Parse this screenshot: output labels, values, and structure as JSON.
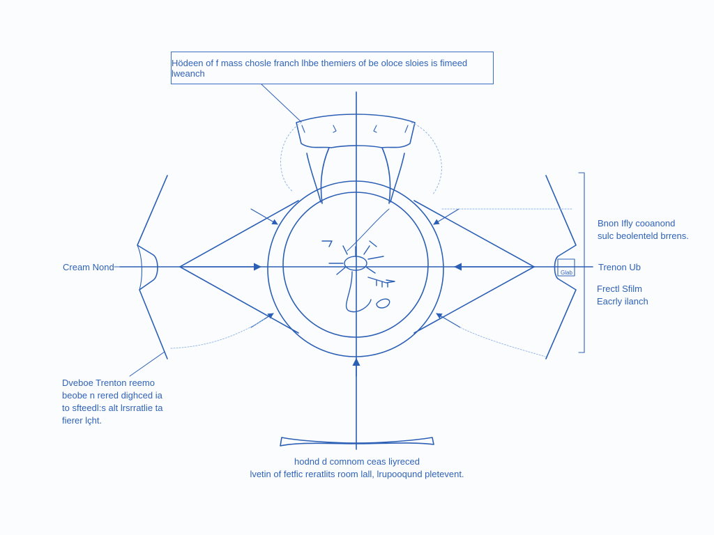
{
  "colors": {
    "ink": "#2f62b8",
    "ink_light": "#8fb3e6",
    "paper": "#fbfcfd"
  },
  "title_box": "Hödeen of f mass chosle franch lhbe themiers of be oloce sloies is fimeed lweanch",
  "left_label": "Cream Nond",
  "right_label": "Trenon Ub",
  "right_note_1": [
    "Bnon Ifly cooanond",
    "sulc beolenteld brrens."
  ],
  "right_note_2": [
    "Frectl Sfilm",
    "Eacrly ilanch"
  ],
  "bottom_left_note": [
    "Dveboe Trenton reemo",
    "beobe n rered dighced ia",
    "to sfteedl:s alt lrsrratlie ta",
    "fierer lçht."
  ],
  "bottom_caption": [
    "hodnd d comnom ceas liyreced",
    "lvetin of fetfic reratlits room lall, lrupooqund pletevent."
  ],
  "small_tag": "Glab",
  "icons": [
    "crosshair",
    "ring",
    "central-mechanism",
    "clamp-bracket"
  ]
}
